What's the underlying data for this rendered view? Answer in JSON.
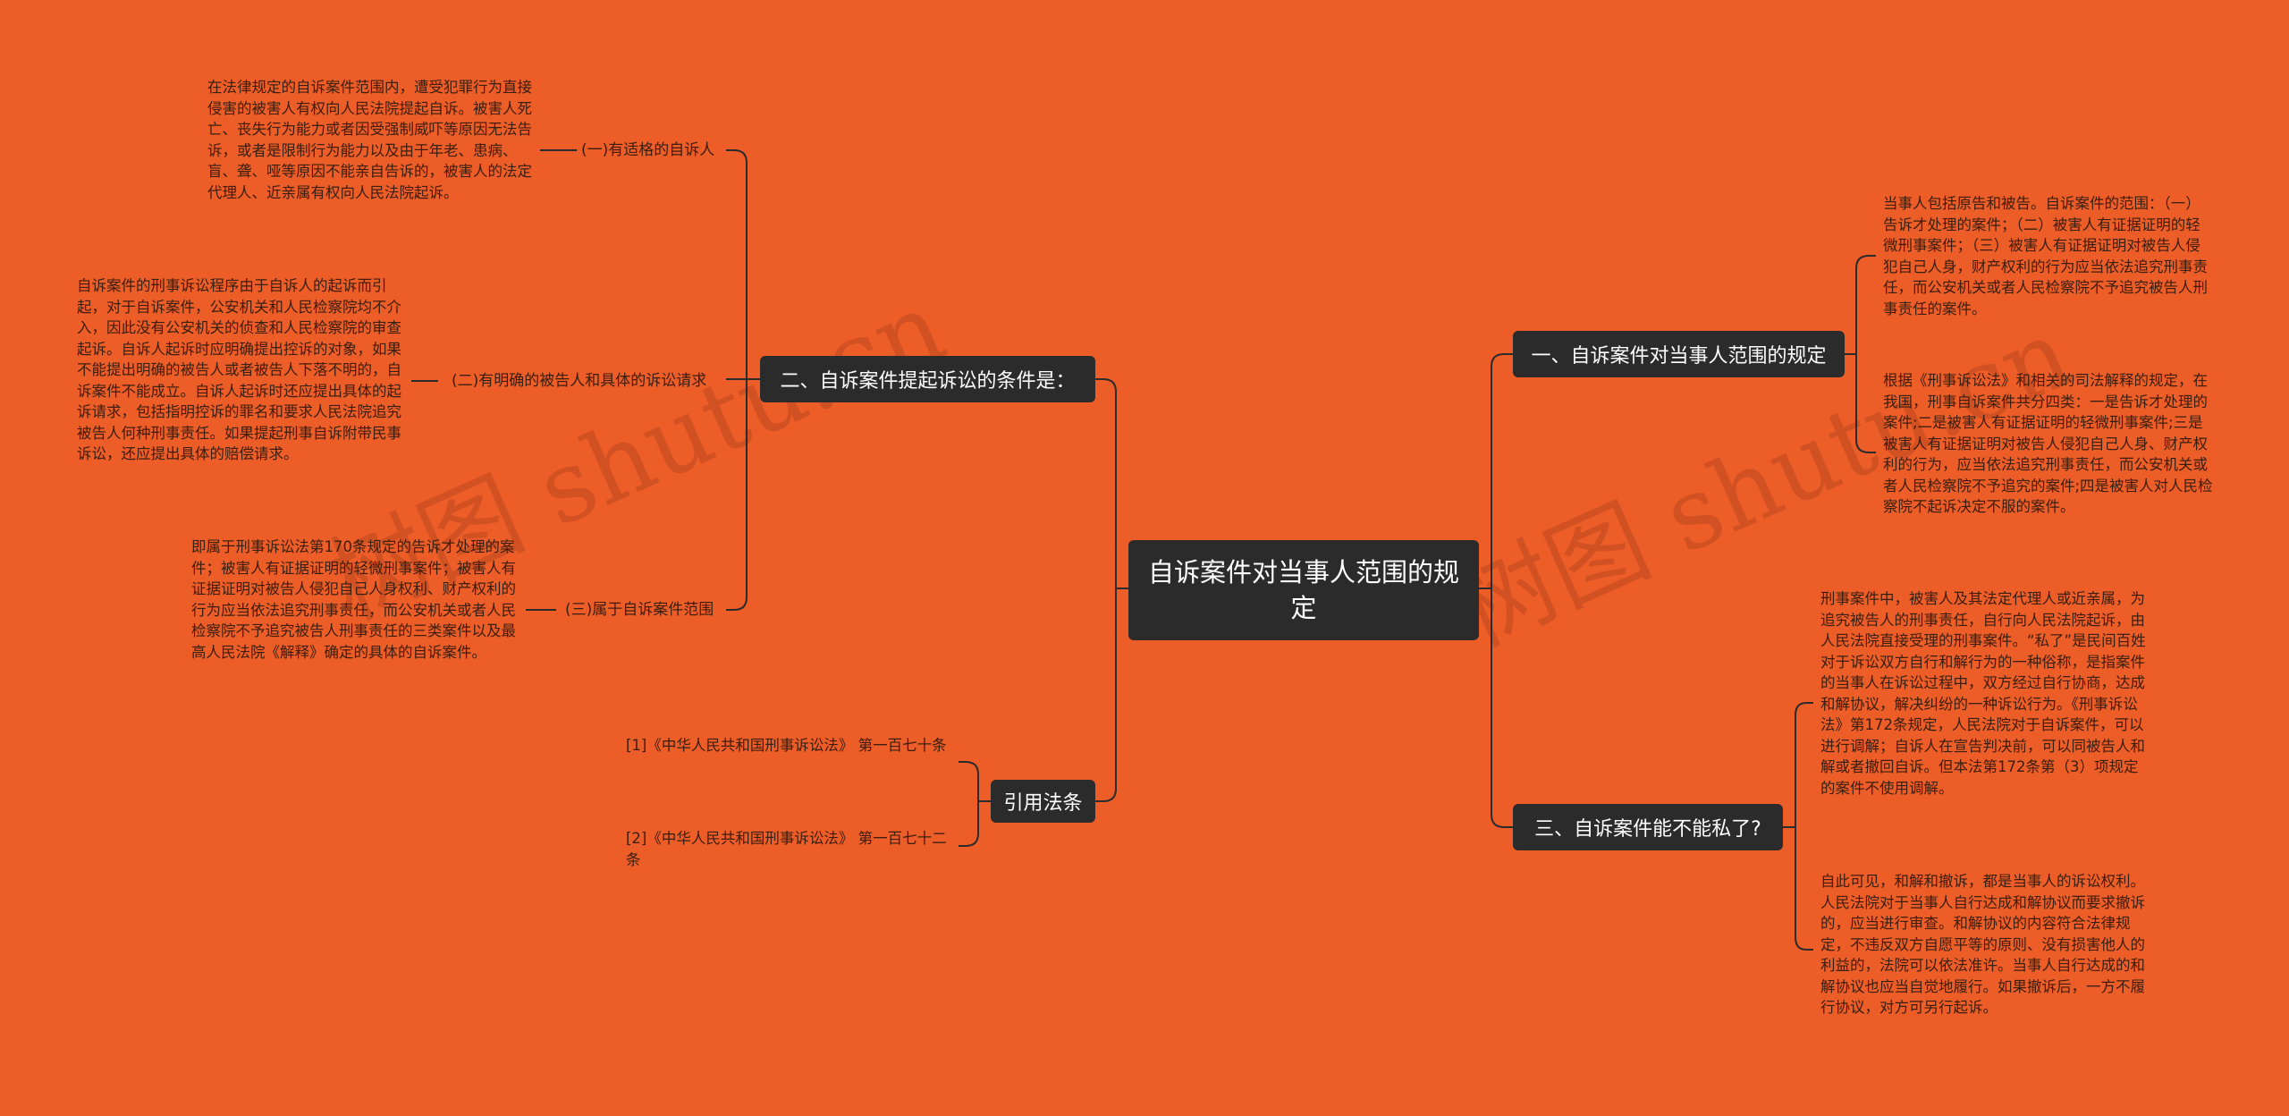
{
  "center": {
    "label": "自诉案件对当事人范围的规定"
  },
  "watermarks": [
    "树图 shutu.cn",
    "树图 shutu.cn"
  ],
  "branches": {
    "b1": {
      "label": "一、自诉案件对当事人范围的规定",
      "paragraphs": [
        "当事人包括原告和被告。自诉案件的范围：（一）告诉才处理的案件；（二）被害人有证据证明的轻微刑事案件；（三）被害人有证据证明对被告人侵犯自己人身，财产权利的行为应当依法追究刑事责任，而公安机关或者人民检察院不予追究被告人刑事责任的案件。",
        "根据《刑事诉讼法》和相关的司法解释的规定，在我国，刑事自诉案件共分四类：一是告诉才处理的案件;二是被害人有证据证明的轻微刑事案件;三是被害人有证据证明对被告人侵犯自己人身、财产权利的行为，应当依法追究刑事责任，而公安机关或者人民检察院不予追究的案件;四是被害人对人民检察院不起诉决定不服的案件。"
      ]
    },
    "b2": {
      "label": "二、自诉案件提起诉讼的条件是：",
      "subs": [
        {
          "label": "(一)有适格的自诉人",
          "text": "在法律规定的自诉案件范围内，遭受犯罪行为直接侵害的被害人有权向人民法院提起自诉。被害人死亡、丧失行为能力或者因受强制威吓等原因无法告诉，或者是限制行为能力以及由于年老、患病、盲、聋、哑等原因不能亲自告诉的，被害人的法定代理人、近亲属有权向人民法院起诉。"
        },
        {
          "label": "(二)有明确的被告人和具体的诉讼请求",
          "text": "自诉案件的刑事诉讼程序由于自诉人的起诉而引起，对于自诉案件，公安机关和人民检察院均不介入，因此没有公安机关的侦查和人民检察院的审查起诉。自诉人起诉时应明确提出控诉的对象，如果不能提出明确的被告人或者被告人下落不明的，自诉案件不能成立。自诉人起诉时还应提出具体的起诉请求，包括指明控诉的罪名和要求人民法院追究被告人何种刑事责任。如果提起刑事自诉附带民事诉讼，还应提出具体的赔偿请求。"
        },
        {
          "label": "(三)属于自诉案件范围",
          "text": "即属于刑事诉讼法第170条规定的告诉才处理的案件；被害人有证据证明的轻微刑事案件；被害人有证据证明对被告人侵犯自己人身权利、财产权利的行为应当依法追究刑事责任，而公安机关或者人民检察院不予追究被告人刑事责任的三类案件以及最高人民法院《解释》确定的具体的自诉案件。"
        }
      ]
    },
    "b3": {
      "label": "三、自诉案件能不能私了?",
      "paragraphs": [
        "刑事案件中，被害人及其法定代理人或近亲属，为追究被告人的刑事责任，自行向人民法院起诉，由人民法院直接受理的刑事案件。“私了”是民间百姓对于诉讼双方自行和解行为的一种俗称，是指案件的当事人在诉讼过程中，双方经过自行协商，达成和解协议，解决纠纷的一种诉讼行为。《刑事诉讼法》第172条规定，人民法院对于自诉案件，可以进行调解；自诉人在宣告判决前，可以同被告人和解或者撤回自诉。但本法第172条第（3）项规定的案件不使用调解。",
        "自此可见，和解和撤诉，都是当事人的诉讼权利。人民法院对于当事人自行达成和解协议而要求撤诉的，应当进行审查。和解协议的内容符合法律规定，不违反双方自愿平等的原则、没有损害他人的利益的，法院可以依法准许。当事人自行达成的和解协议也应当自觉地履行。如果撤诉后，一方不履行协议，对方可另行起诉。"
      ]
    },
    "b4": {
      "label": "引用法条",
      "items": [
        "[1]《中华人民共和国刑事诉讼法》 第一百七十条",
        "[2]《中华人民共和国刑事诉讼法》 第一百七十二条"
      ]
    }
  }
}
